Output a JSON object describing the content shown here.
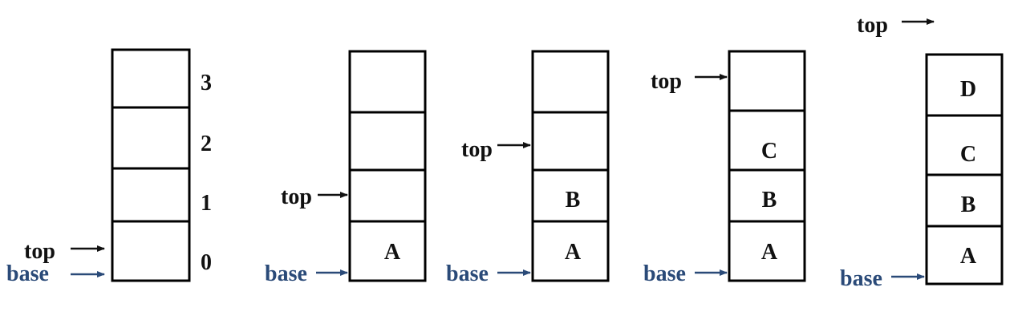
{
  "diagram": {
    "index_labels": [
      "3",
      "2",
      "1",
      "0"
    ],
    "stages": [
      {
        "cells_bottom_to_top": [
          "",
          "",
          "",
          ""
        ],
        "top_label": "top",
        "base_label": "base"
      },
      {
        "cells_bottom_to_top": [
          "A",
          "",
          "",
          ""
        ],
        "top_label": "top",
        "base_label": "base"
      },
      {
        "cells_bottom_to_top": [
          "A",
          "B",
          "",
          ""
        ],
        "top_label": "top",
        "base_label": "base"
      },
      {
        "cells_bottom_to_top": [
          "A",
          "B",
          "C",
          ""
        ],
        "top_label": "top",
        "base_label": "base"
      },
      {
        "cells_bottom_to_top": [
          "A",
          "B",
          "C",
          "D"
        ],
        "top_label": "top",
        "base_label": "base"
      }
    ],
    "colors": {
      "box_stroke": "#000000",
      "top_text": "#111111",
      "base_text": "#2a4a78"
    }
  }
}
